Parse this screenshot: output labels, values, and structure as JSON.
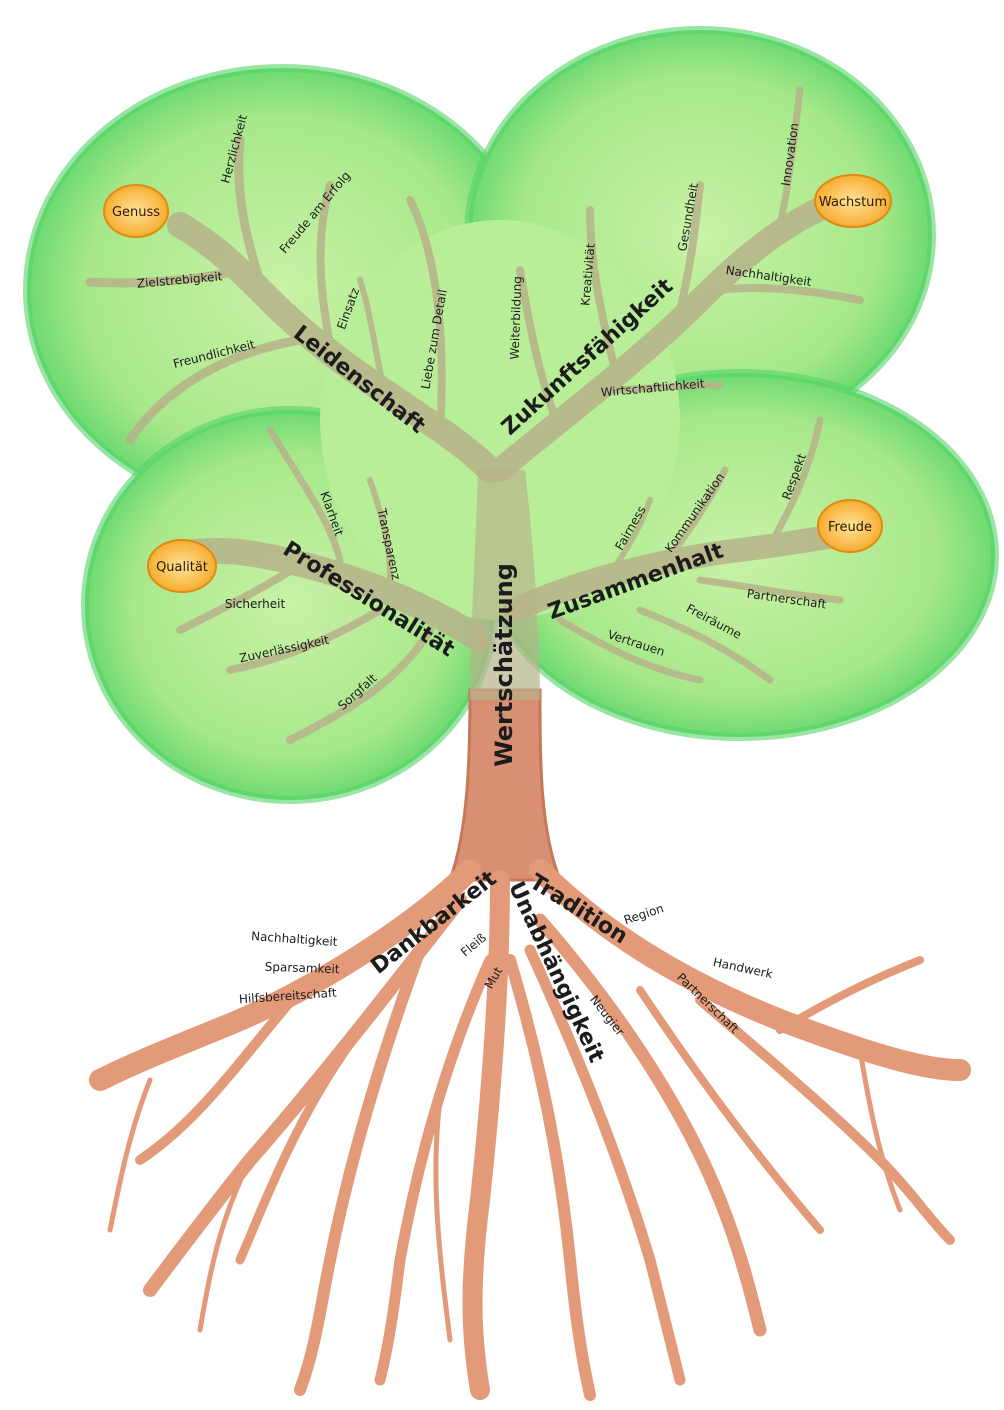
{
  "colors": {
    "crown_outer": "#55d468",
    "crown_inner": "#c9f2a6",
    "branch": "#b7b38a",
    "trunk": "#d98f72",
    "roots": "#e39a78",
    "fruit": "#f5a21c",
    "fruit_center": "#ffe39a"
  },
  "trunk": {
    "label": "Wertschätzung"
  },
  "branches": {
    "leidenschaft": {
      "label": "Leidenschaft",
      "twigs": [
        "Herzlichkeit",
        "Freude am Erfolg",
        "Zielstrebigkeit",
        "Einsatz",
        "Liebe zum Detail",
        "Freundlichkeit"
      ],
      "fruit": "Genuss"
    },
    "zukunft": {
      "label": "Zukunftsfähigkeit",
      "twigs": [
        "Weiterbildung",
        "Kreativität",
        "Gesundheit",
        "Innovation",
        "Nachhaltigkeit",
        "Wirtschaftlichkeit"
      ],
      "fruit": "Wachstum"
    },
    "profession": {
      "label": "Professionalität",
      "twigs": [
        "Klarheit",
        "Transparenz",
        "Sicherheit",
        "Zuverlässigkeit",
        "Sorgfalt"
      ],
      "fruit": "Qualität"
    },
    "zusammenhalt": {
      "label": "Zusammenhalt",
      "twigs": [
        "Fairness",
        "Kommunikation",
        "Respekt",
        "Partnerschaft",
        "Freiräume",
        "Vertrauen"
      ],
      "fruit": "Freude"
    }
  },
  "roots": {
    "dankbarkeit": {
      "label": "Dankbarkeit",
      "items": [
        "Nachhaltigkeit",
        "Sparsamkeit",
        "Hilfsbereitschaft"
      ]
    },
    "unabhaengigkeit": {
      "label": "Unabhängigkeit",
      "items": [
        "Fleiß",
        "Mut",
        "Neugier"
      ]
    },
    "tradition": {
      "label": "Tradition",
      "items": [
        "Region",
        "Handwerk",
        "Partnerschaft"
      ]
    }
  }
}
